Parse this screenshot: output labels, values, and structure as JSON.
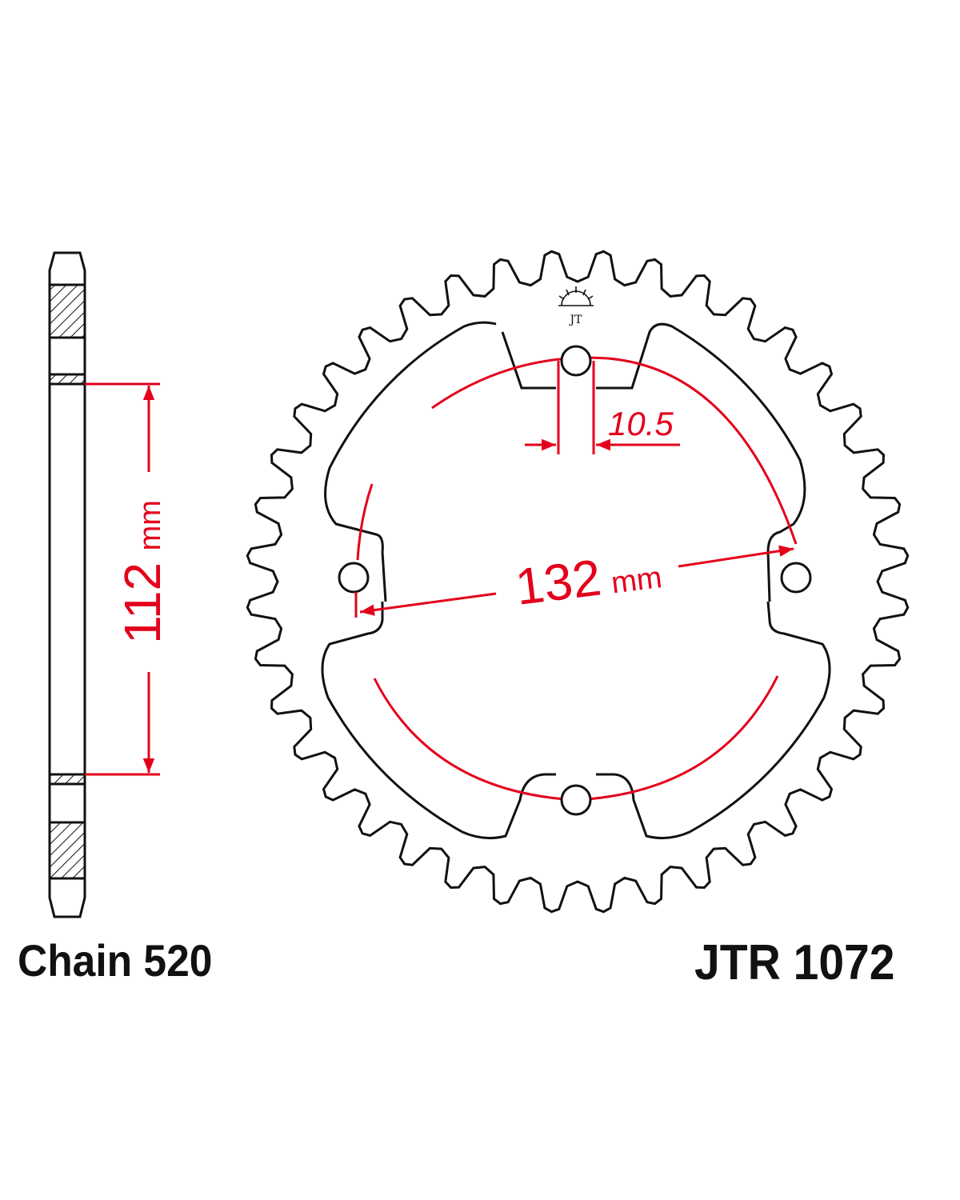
{
  "figure": {
    "part_number": "JTR 1072",
    "chain_label": "Chain 520",
    "dimensions": {
      "side_width_value": "112",
      "side_width_unit": "mm",
      "bolt_circle_value": "132",
      "bolt_circle_unit": "mm",
      "bolt_hole_diameter": "10.5"
    },
    "sprocket": {
      "teeth": 40,
      "bolt_holes": 4
    },
    "colors": {
      "outline": "#111111",
      "dimension": "#e3001b",
      "background": "#ffffff"
    },
    "icons": [
      "jt-logo-icon"
    ]
  }
}
